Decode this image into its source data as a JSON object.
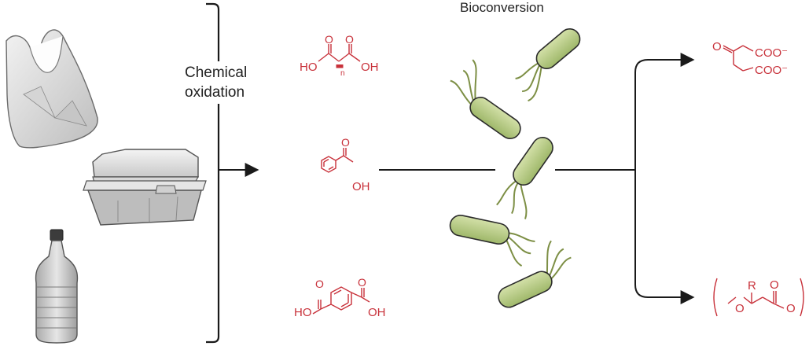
{
  "labels": {
    "bioconversion": "Bioconversion",
    "chemical_oxidation_line1": "Chemical",
    "chemical_oxidation_line2": "oxidation"
  },
  "plastics": [
    "plastic bag",
    "foam food container",
    "plastic bottle"
  ],
  "intermediates": {
    "diacid": {
      "left": "HO",
      "right": "OH",
      "o": "O",
      "n": "n"
    },
    "benzoic": {
      "o": "O",
      "oh": "OH"
    },
    "terephthalic": {
      "left": "HO",
      "right": "OH",
      "o": "O"
    }
  },
  "products": {
    "ketoglutarate": {
      "o": "O",
      "coo1": "COO⁻",
      "coo2": "COO⁻"
    },
    "polyester": {
      "r": "R",
      "o": "O"
    }
  },
  "colors": {
    "chemical": "#c8313a",
    "bacteria_fill": "#b9cf8a",
    "bacteria_stroke": "#2b2b2b",
    "flagella": "#7d8f45",
    "arrow": "#1a1a1a"
  }
}
